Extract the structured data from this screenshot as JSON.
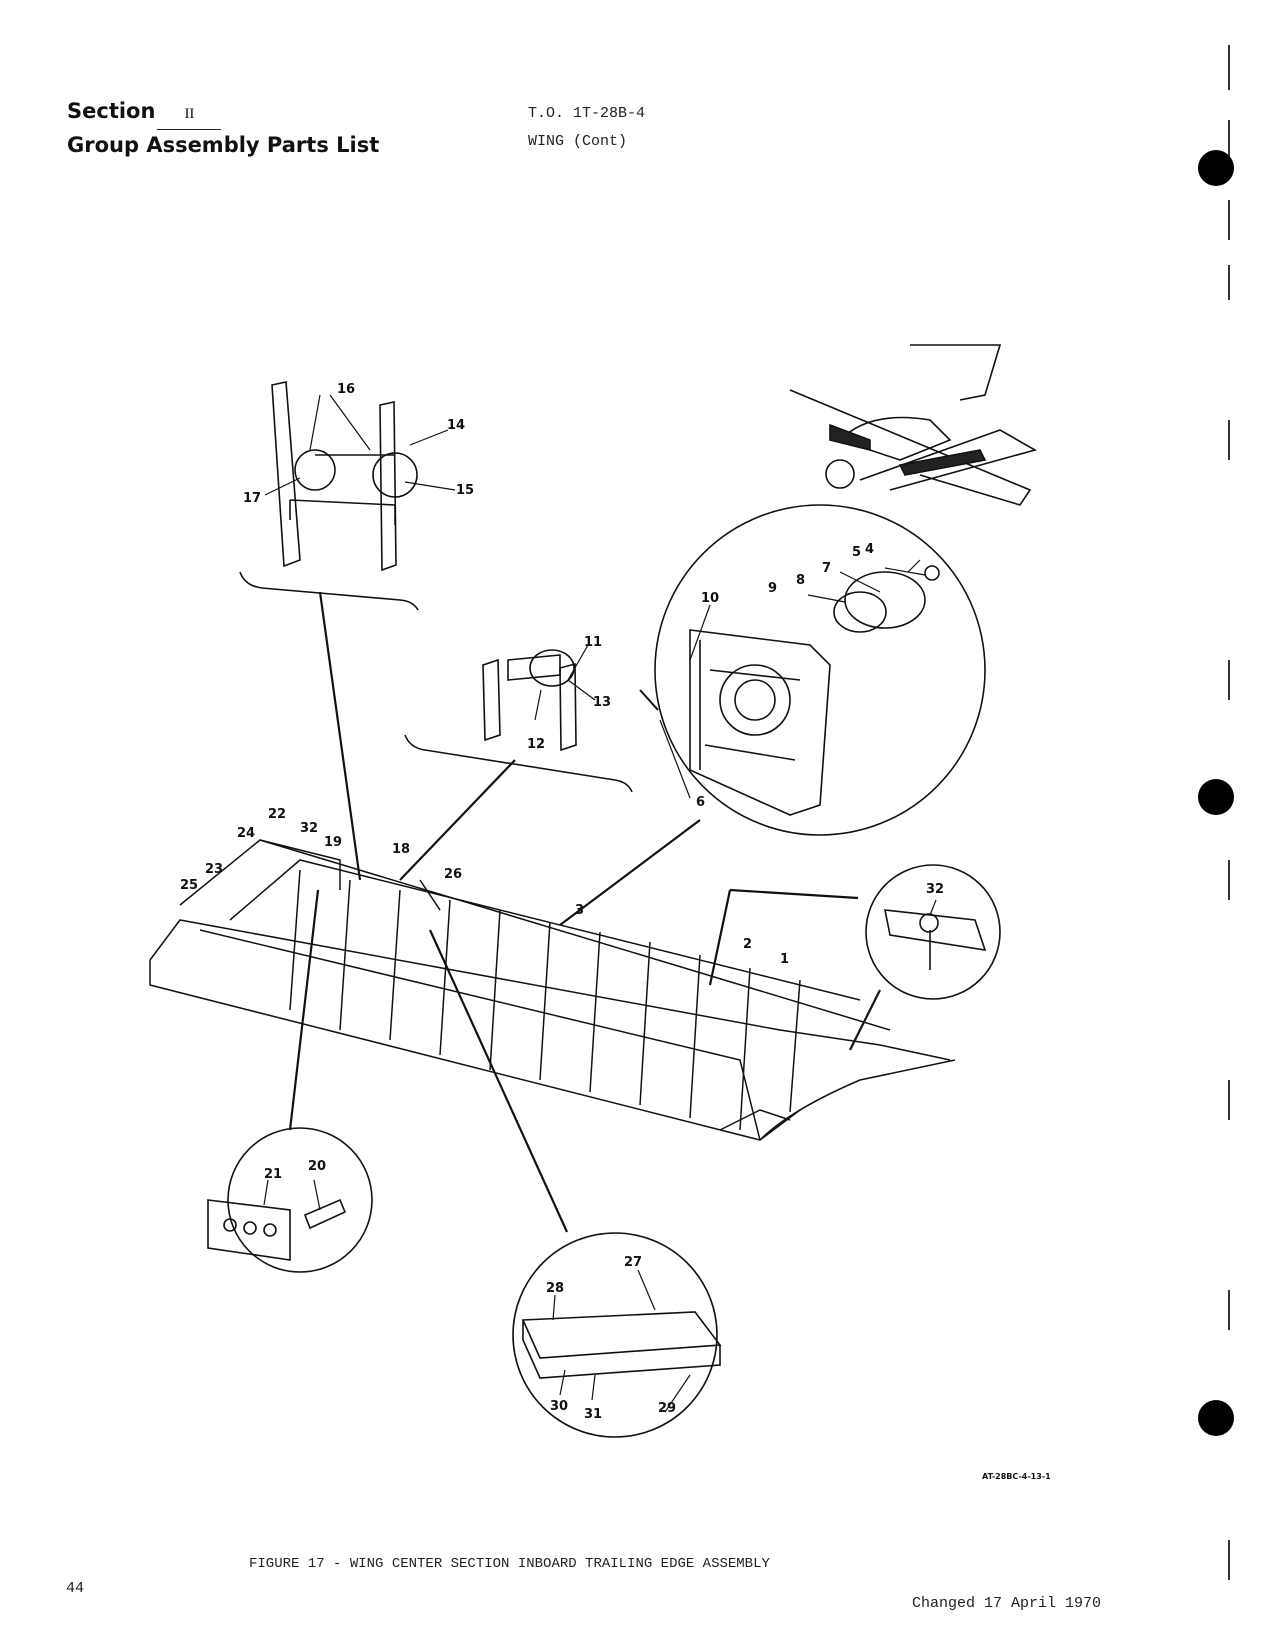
{
  "header": {
    "section_label": "Section",
    "section_number": "II",
    "subtitle": "Group Assembly Parts List",
    "doc_number": "T.O. 1T-28B-4",
    "doc_topic": "WING (Cont)"
  },
  "figure": {
    "caption": "FIGURE 17 - WING CENTER SECTION INBOARD TRAILING EDGE ASSEMBLY",
    "drawing_id": "AT-28BC-4-13-1",
    "callouts": [
      "1",
      "2",
      "3",
      "4",
      "5",
      "6",
      "7",
      "8",
      "9",
      "10",
      "11",
      "12",
      "13",
      "14",
      "15",
      "16",
      "17",
      "18",
      "19",
      "20",
      "21",
      "22",
      "23",
      "24",
      "25",
      "26",
      "27",
      "28",
      "29",
      "30",
      "31",
      "32"
    ]
  },
  "footer": {
    "page_number": "44",
    "changed_date": "Changed 17 April 1970"
  }
}
